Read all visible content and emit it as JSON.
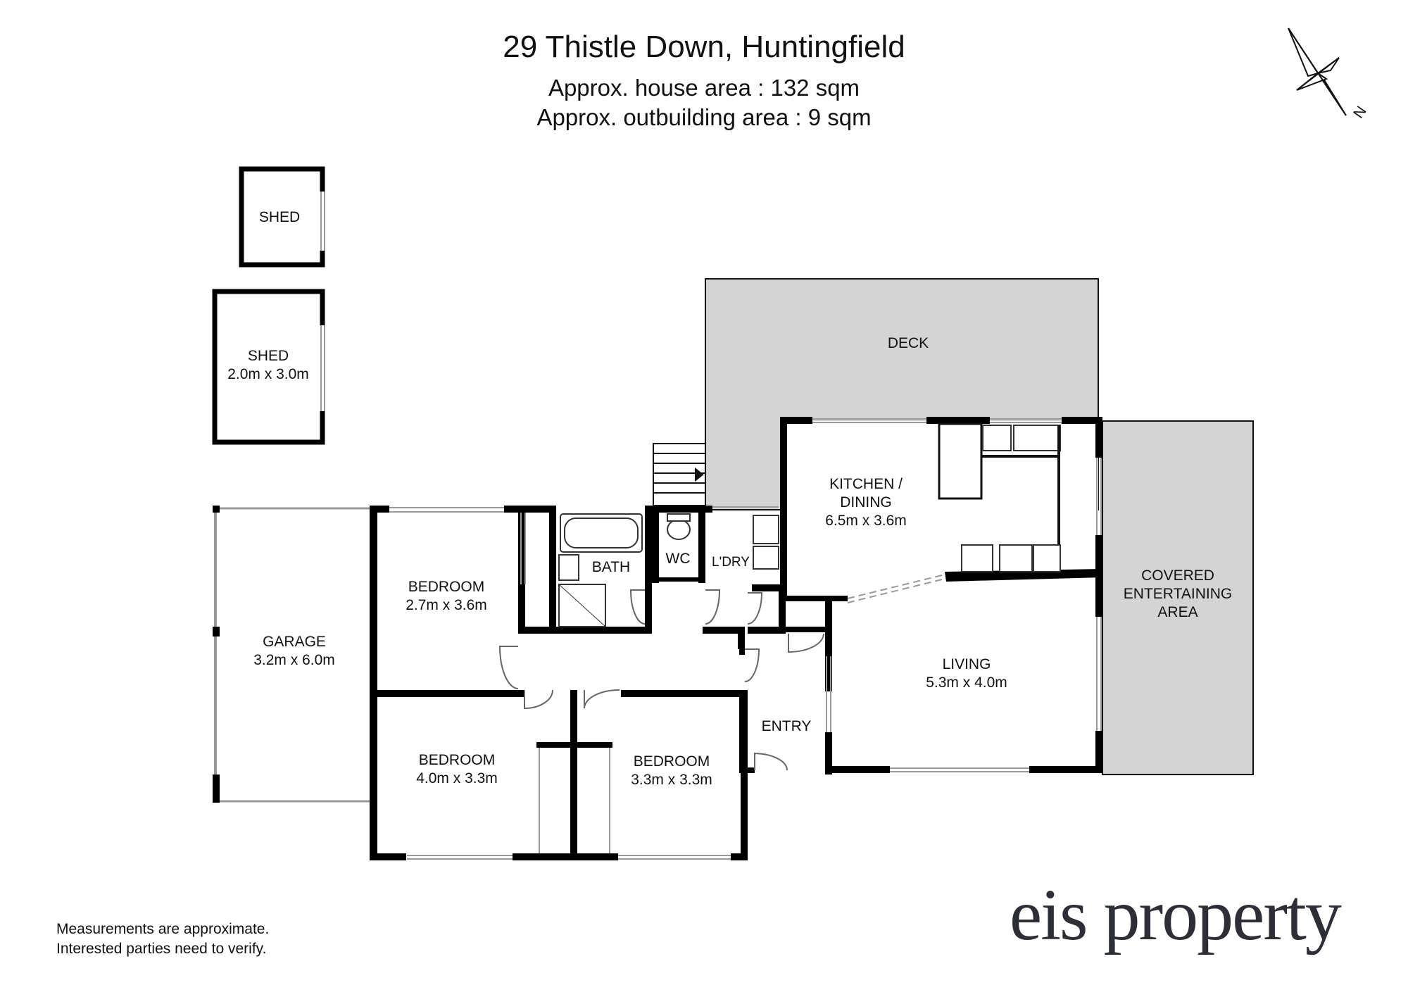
{
  "header": {
    "title": "29 Thistle Down, Huntingfield",
    "house_area": "Approx. house area : 132 sqm",
    "outbuilding_area": "Approx. outbuilding area : 9 sqm"
  },
  "compass": {
    "label": "N",
    "icon": "north-arrow-icon"
  },
  "rooms": {
    "shed_small": {
      "name": "SHED"
    },
    "shed_large": {
      "name": "SHED",
      "size": "2.0m x 3.0m"
    },
    "deck": {
      "name": "DECK"
    },
    "garage": {
      "name": "GARAGE",
      "size": "3.2m x 6.0m"
    },
    "bedroom_1": {
      "name": "BEDROOM",
      "size": "2.7m x 3.6m"
    },
    "bath": {
      "name": "BATH"
    },
    "wc": {
      "name": "WC"
    },
    "laundry": {
      "name": "L'DRY"
    },
    "kitchen": {
      "name_line1": "KITCHEN /",
      "name_line2": "DINING",
      "size": "6.5m x 3.6m"
    },
    "covered": {
      "line1": "COVERED",
      "line2": "ENTERTAINING",
      "line3": "AREA"
    },
    "living": {
      "name": "LIVING",
      "size": "5.3m x 4.0m"
    },
    "entry": {
      "name": "ENTRY"
    },
    "bedroom_2": {
      "name": "BEDROOM",
      "size": "4.0m x 3.3m"
    },
    "bedroom_3": {
      "name": "BEDROOM",
      "size": "3.3m x 3.3m"
    }
  },
  "footer": {
    "disclaimer_line1": "Measurements are approximate.",
    "disclaimer_line2": "Interested parties need to verify."
  },
  "brand": {
    "text": "eis property",
    "accent_color": "#c29a5b",
    "text_color": "#2e2f36"
  },
  "colors": {
    "wall": "#000000",
    "outdoor_fill": "#d4d4d4",
    "window": "#999999"
  }
}
